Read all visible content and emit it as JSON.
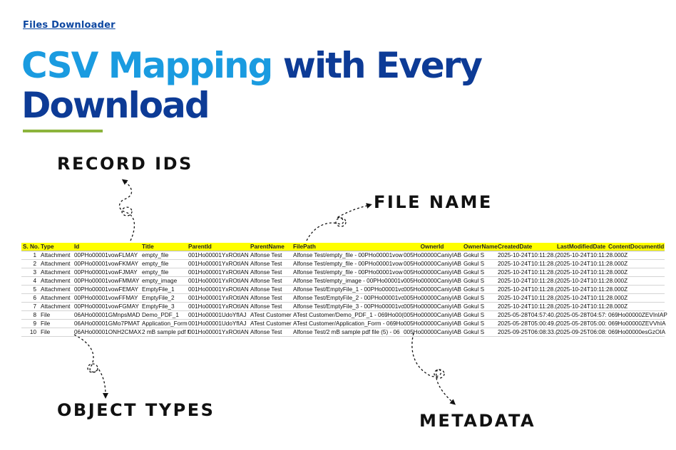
{
  "header": {
    "eyebrow": "Files Downloader",
    "title_accent": "CSV Mapping",
    "title_rest": "with Every Download"
  },
  "callouts": {
    "record_ids": "RECORD IDS",
    "file_name": "FILE NAME",
    "object_types": "OBJECT TYPES",
    "metadata": "METADATA"
  },
  "table": {
    "columns": [
      "S. No.",
      "Type",
      "Id",
      "Title",
      "ParentId",
      "ParentName",
      "FilePath",
      "OwnerId",
      "OwnerName",
      "CreatedDate",
      "LastModifiedDate",
      "ContentDocumentId"
    ],
    "rows": [
      [
        "1",
        "Attachment",
        "00PHo00001vowFLMAY",
        "empty_file",
        "001Ho00001YxROtIAN",
        "Alfonse Test",
        "Alfonse Test/empty_file - 00PHo00001vow",
        "005Ho00000CaniyIAB",
        "Gokul S",
        "2025-10-24T10:11:28.(",
        "2025-10-24T10:11:28.000Z",
        ""
      ],
      [
        "2",
        "Attachment",
        "00PHo00001vowFKMAY",
        "empty_file",
        "001Ho00001YxROtIAN",
        "Alfonse Test",
        "Alfonse Test/empty_file - 00PHo00001vow",
        "005Ho00000CaniyIAB",
        "Gokul S",
        "2025-10-24T10:11:28.(",
        "2025-10-24T10:11:28.000Z",
        ""
      ],
      [
        "3",
        "Attachment",
        "00PHo00001vowFJMAY",
        "empty_file",
        "001Ho00001YxROtIAN",
        "Alfonse Test",
        "Alfonse Test/empty_file - 00PHo00001vow",
        "005Ho00000CaniyIAB",
        "Gokul S",
        "2025-10-24T10:11:28.(",
        "2025-10-24T10:11:28.000Z",
        ""
      ],
      [
        "4",
        "Attachment",
        "00PHo00001vowFMMAY",
        "empty_image",
        "001Ho00001YxROtIAN",
        "Alfonse Test",
        "Alfonse Test/empty_image - 00PHo00001v",
        "005Ho00000CaniyIAB",
        "Gokul S",
        "2025-10-24T10:11:28.(",
        "2025-10-24T10:11:28.000Z",
        ""
      ],
      [
        "5",
        "Attachment",
        "00PHo00001vowFEMAY",
        "EmptyFile_1",
        "001Ho00001YxROtIAN",
        "Alfonse Test",
        "Alfonse Test/EmptyFile_1 - 00PHo00001vc",
        "005Ho00000CaniyIAB",
        "Gokul S",
        "2025-10-24T10:11:28.(",
        "2025-10-24T10:11:28.000Z",
        ""
      ],
      [
        "6",
        "Attachment",
        "00PHo00001vowFFMAY",
        "EmptyFile_2",
        "001Ho00001YxROtIAN",
        "Alfonse Test",
        "Alfonse Test/EmptyFile_2 - 00PHo00001vc",
        "005Ho00000CaniyIAB",
        "Gokul S",
        "2025-10-24T10:11:28.(",
        "2025-10-24T10:11:28.000Z",
        ""
      ],
      [
        "7",
        "Attachment",
        "00PHo00001vowFGMAY",
        "EmptyFile_3",
        "001Ho00001YxROtIAN",
        "Alfonse Test",
        "Alfonse Test/EmptyFile_3 - 00PHo00001vc",
        "005Ho00000CaniyIAB",
        "Gokul S",
        "2025-10-24T10:11:28.(",
        "2025-10-24T10:11:28.000Z",
        ""
      ],
      [
        "8",
        "File",
        "06AHo00001GMnpsMAD",
        "Demo_PDF_1",
        "001Ho00001UdoYfIAJ",
        "ATest Customer",
        "ATest Customer/Demo_PDF_1 - 069Ho00(",
        "005Ho00000CaniyIAB",
        "Gokul S",
        "2025-05-28T04:57:40.(",
        "2025-05-28T04:57:",
        "069Ho00000ZEVInIAP"
      ],
      [
        "9",
        "File",
        "06AHo00001GMo7PMAT",
        "Application_Form",
        "001Ho00001UdoYfIAJ",
        "ATest Customer",
        "ATest Customer/Application_Form - 069Ho",
        "005Ho00000CaniyIAB",
        "Gokul S",
        "2025-05-28T05:00:49.(",
        "2025-05-28T05:00:",
        "069Ho00000ZEVVhIA"
      ],
      [
        "10",
        "File",
        "06AHo00001ONH2CMAX",
        "2 mB sample pdf f",
        "001Ho00001YxROtIAN",
        "Alfonse Test",
        "Alfonse Test/2 mB sample pdf file  (5) - 06",
        "005Ho00000CaniyIAB",
        "Gokul S",
        "2025-09-25T06:08:33.(",
        "2025-09-25T06:08:",
        "069Ho00000esGzOIA"
      ]
    ]
  },
  "colors": {
    "accent_blue": "#1a9be0",
    "dark_blue": "#0d3b96",
    "underline_green": "#8cb43c",
    "header_yellow": "#ffff00"
  }
}
